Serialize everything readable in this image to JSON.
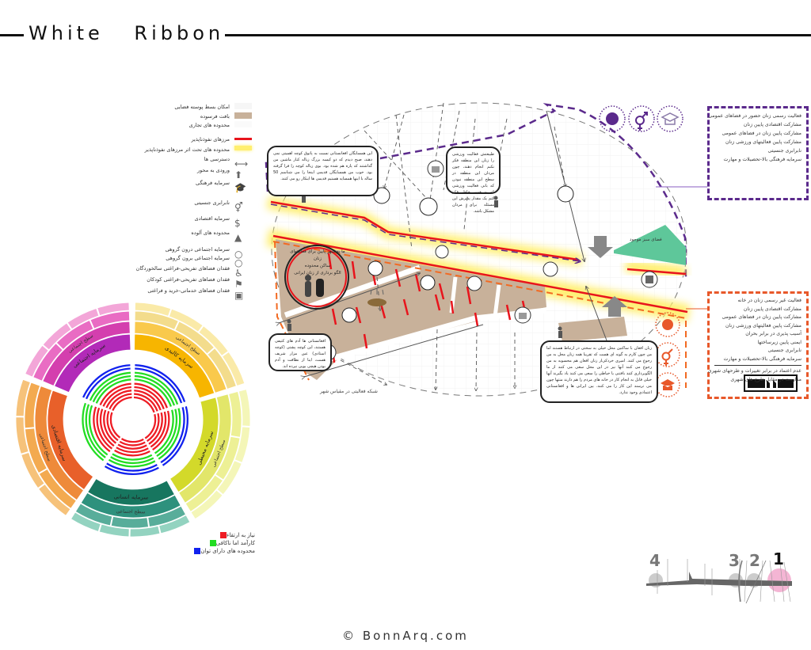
{
  "header": {
    "title": "White Ribbon"
  },
  "legend": {
    "items": [
      {
        "label": "امکان بسط پوسته فضایی",
        "icon": "blank-swatch"
      },
      {
        "label": "بافت فرسوده",
        "icon": "beige-swatch"
      },
      {
        "label": "محدوده های تجاری",
        "icon": "white-swatch"
      },
      {
        "label": "مرزهای نفوذناپذیر",
        "icon": "red-line"
      },
      {
        "label": "محدوده های تحت اثر مرزهای نفوذناپذیر",
        "icon": "yellow-glow"
      },
      {
        "label": "دسترسی ها",
        "icon": "double-arrow-icon"
      },
      {
        "label": "ورودی به محور",
        "icon": "up-arrow-icon"
      },
      {
        "label": "سرمایه فرهنگی",
        "icon": "graduation-cap-icon"
      },
      {
        "label": "نابرابری جنسیتی",
        "icon": "gender-icon"
      },
      {
        "label": "سرمایه اقتصادی",
        "icon": "money-hand-icon"
      },
      {
        "label": "محدوده های آلوده",
        "icon": "garbage-pile-icon"
      },
      {
        "label": "سرمایه اجتماعی درون گروهی",
        "icon": "circle-in-icon"
      },
      {
        "label": "سرمایه اجتماعی برون گروهی",
        "icon": "circle-out-icon"
      },
      {
        "label": "فقدان فضاهای تفریحی-فراغتی سالخوردگان",
        "icon": "elderly-icon"
      },
      {
        "label": "فقدان فضاهای تفریحی-فراغتی کودکان",
        "icon": "children-icon"
      },
      {
        "label": "فقدان فضاهای خدماتی-خرید و فراغتی",
        "icon": "shopping-icon"
      }
    ]
  },
  "map": {
    "callouts": [
      "این همسایگان افغانستانی نسبت به پاتوق کوچه اهمیتی نمی دهند، صبح دیدم که دو کیسه بزرگ زباله کنار ماشین من گذاشتند که پاره هم شده بود. بوی زباله کوچه را فرا گرفته بود. خوب من همسایگان قدیمی اینجا را می شناسم 50 ساله با اینها همسایه هستیم قدیمی ها اینکار رو می کنند.",
      "طبیعتش فعالیت ورزشی را زنان این منطقه فکر نکنم انجام دهند، چون مردان این منطقه در سطح این منطقه نبودن که بانی فعالیت ورزشی که به همین خاطر فکر کنم یک مقدار پذیرش این مسئله برای مردان مشکل باشد.",
      "افغانستانی ها آدم های کثیفی هستند، این کوچه پشتی (کوچه استادی) عین مزار شریف هست، اینا از نظافت و آدم بودن هیچی بویی نبرده اند.",
      "زنان افغان با ساکنین محل خیلی به سختی در ارتباط هستند اما من چون کارم به گونه ای هست که تقریبا همه زنان محل به من رجوع می کنند. امیری خردکی‌ار زنان افغان هم محسوبه به من رجوع می کنند آنها نیز در این محل سعی می کنند از ما الگوبرداری کنند بافتنی یا خیاطی را سعی می کنند یاد بگیرند آنها خیلی قابل به انجام کار در خانه های مردم را هم دارند منتها چون می ترسند این کار را می کنند. بین ایرانی ها و افغانستانی اعتمادی وجود ندارد."
    ],
    "focus_circle_text": [
      "ما به شهر پایین برای فعالیتهای زنان",
      "ساکن محدوده",
      "الگو برداری از زنان ایرانی"
    ],
    "green_space_label": "فضای سبز موجود",
    "network_label": "شبکه فعالیتی در مقیاس شهر"
  },
  "boxes": {
    "purple": {
      "color": "#5b2a8c",
      "lines": [
        "فعالیت رسمی زنان حضور در فضاهای عمومی",
        "مشارکت اقتصادی پایین زنان",
        "مشارکت پایین زنان در فضاهای عمومی",
        "مشارکت پایین فعالیتهای ورزشی زنان",
        "نابرابری جنسیتی",
        "سرمایه فرهنگی بالا-تحصیلات و مهارت"
      ]
    },
    "orange": {
      "color": "#e8582a",
      "lines": [
        "فعالیت غیر رسمی زنان در خانه",
        "مشارکت اقتصادی پایین زنان",
        "مشارکت پایین زنان در فضاهای عمومی",
        "مشارکت پایین فعالیتهای ورزشی زنان",
        "آسیب پذیری در برابر بحران",
        "ایمنی پایین زیرساختها",
        "نابرابری جنسیتی",
        "سرمایه فرهنگی بالا-تحصیلات و مهارت"
      ],
      "extra_lines": [
        "عدم اعتماد در برابر تغییرات و طرحهای شهری",
        "مقاومت در مقابل طرح های شهری"
      ]
    }
  },
  "wheel": {
    "sectors": [
      {
        "name": "سرمایه کالبدی",
        "level": "سطح اجتماعی",
        "start": 1,
        "end": 72,
        "colors": [
          "#f7b500",
          "#f9c94c",
          "#f3dc8c",
          "#faeaa8"
        ],
        "stripes": {
          "red": 5,
          "green": 3,
          "blue": 2
        }
      },
      {
        "name": "سرمایه محیطی",
        "level": "سطح اجتماعی",
        "start": 75,
        "end": 148,
        "colors": [
          "#d3d92a",
          "#e2e66a",
          "#edf095",
          "#f4f6b8"
        ],
        "stripes": {
          "red": 5,
          "green": 3,
          "blue": 2
        }
      },
      {
        "name": "سرمایه انسانی",
        "level": "سطح اجتماعی",
        "start": 151,
        "end": 212,
        "colors": [
          "#17765f",
          "#2e917d",
          "#58ad9a",
          "#93d3c0"
        ],
        "stripes": {
          "red": 5,
          "green": 3,
          "blue": 2
        }
      },
      {
        "name": "سرمایه اقتصادی",
        "level": "سطح اجتماعی",
        "start": 215,
        "end": 290,
        "colors": [
          "#e8602a",
          "#ee8a3a",
          "#f3aa50",
          "#f6c27a"
        ],
        "stripes": {
          "red": 6,
          "green": 3,
          "blue": 0
        }
      },
      {
        "name": "سرمایه اجتماعی",
        "level": "سطح اجتماعی",
        "start": 293,
        "end": 358,
        "colors": [
          "#b22ab8",
          "#d43fae",
          "#e96cc3",
          "#f3a6d8"
        ],
        "stripes": {
          "red": 5,
          "green": 3,
          "blue": 2
        }
      }
    ],
    "legend": [
      {
        "label": "نیاز به ارتقاء",
        "color": "#ee1c24"
      },
      {
        "label": "کارآمد اما ناکافی",
        "color": "#22dd22"
      },
      {
        "label": "محدوده های دارای توان",
        "color": "#1122ee"
      }
    ]
  },
  "section": {
    "labels": [
      "4",
      "3",
      "2",
      "1"
    ]
  },
  "footer": {
    "text": "© BonnArq.com"
  }
}
